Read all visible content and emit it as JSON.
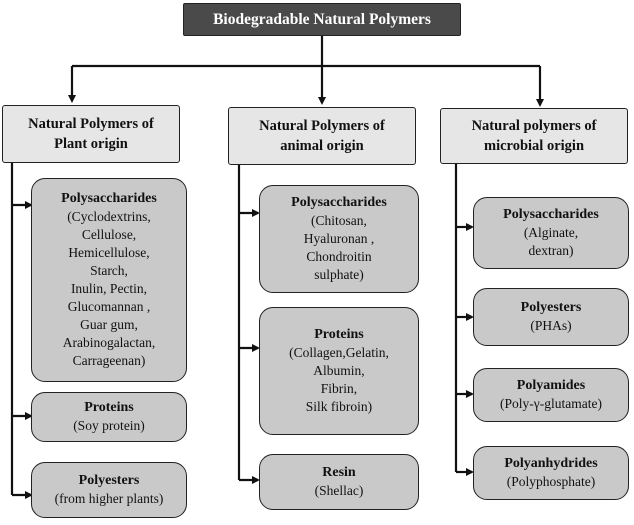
{
  "root": {
    "label": "Biodegradable Natural Polymers"
  },
  "columns": [
    {
      "title": "Natural Polymers of\nPlant origin",
      "items": [
        {
          "title": "Polysaccharides",
          "detail": "(Cyclodextrins,\nCellulose,\nHemicellulose,\nStarch,\nInulin, Pectin,\nGlucomannan ,\nGuar gum,\nArabinogalactan,\nCarrageenan)"
        },
        {
          "title": "Proteins",
          "detail": "(Soy protein)"
        },
        {
          "title": "Polyesters",
          "detail": "(from higher plants)"
        }
      ]
    },
    {
      "title": "Natural Polymers of\nanimal origin",
      "items": [
        {
          "title": "Polysaccharides",
          "detail": "(Chitosan,\nHyaluronan ,\nChondroitin\nsulphate)"
        },
        {
          "title": "Proteins",
          "detail": "(Collagen,Gelatin,\nAlbumin,\nFibrin,\nSilk fibroin)"
        },
        {
          "title": "Resin",
          "detail": "(Shellac)"
        }
      ]
    },
    {
      "title": "Natural polymers of\nmicrobial origin",
      "items": [
        {
          "title": "Polysaccharides",
          "detail": "(Alginate,\ndextran)"
        },
        {
          "title": "Polyesters",
          "detail": "(PHAs)"
        },
        {
          "title": "Polyamides",
          "detail": "(Poly-γ-glutamate)"
        },
        {
          "title": "Polyanhydrides",
          "detail": "(Polyphosphate)"
        }
      ]
    }
  ]
}
